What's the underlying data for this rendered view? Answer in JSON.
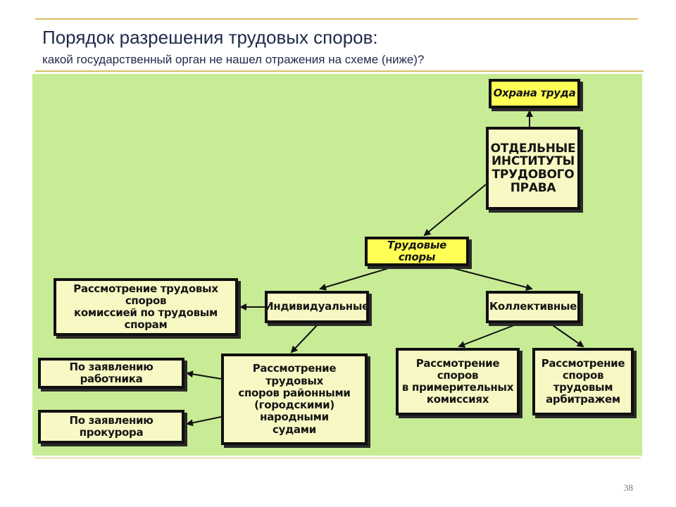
{
  "slide": {
    "title": "Порядок разрешения трудовых споров:",
    "subtitle": "какой государственный  орган не нашел отражения на схеме (ниже)?",
    "page_number": "38"
  },
  "diagram": {
    "nodes": {
      "labor_protection": "Охрана труда",
      "separate_institutes": "ОТДЕЛЬНЫЕ\nИНСТИТУТЫ\nТРУДОВОГО\nПРАВА",
      "labor_disputes": "Трудовые споры",
      "individual": "Индивидуальные",
      "collective": "Коллективные",
      "commission_review": "Рассмотрение трудовых споров\nкомиссией по трудовым спорам",
      "court_review": "Рассмотрение трудовых\nспоров районными\n(городскими) народными\nсудами",
      "by_employee": "По заявлению работника",
      "by_prosecutor": "По заявлению прокурора",
      "conciliation": "Рассмотрение споров\nв примерительных\nкомиссиях",
      "arbitration": "Рассмотрение\nспоров трудовым\nарбитражем"
    },
    "colors": {
      "panel": "#c8ec96",
      "box": "#f8f8c4",
      "highlight_box": "#ffff55",
      "border": "#101010"
    }
  }
}
